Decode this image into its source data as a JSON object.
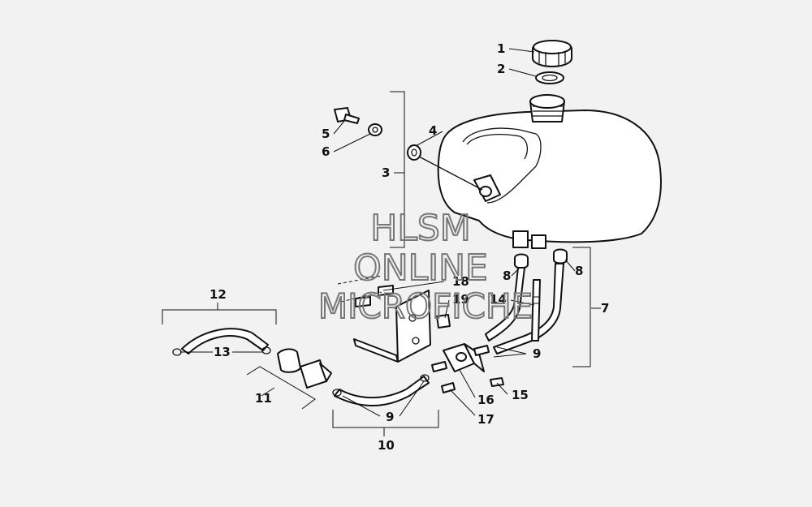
{
  "diagram": {
    "callouts": [
      "1",
      "2",
      "3",
      "4",
      "5",
      "6",
      "7",
      "8",
      "8",
      "9",
      "9",
      "10",
      "11",
      "12",
      "13",
      "14",
      "15",
      "16",
      "17",
      "18",
      "19"
    ]
  },
  "watermark": {
    "line1": "HLSM",
    "line2": "ONLINE",
    "line3": "MICROFICHE"
  }
}
